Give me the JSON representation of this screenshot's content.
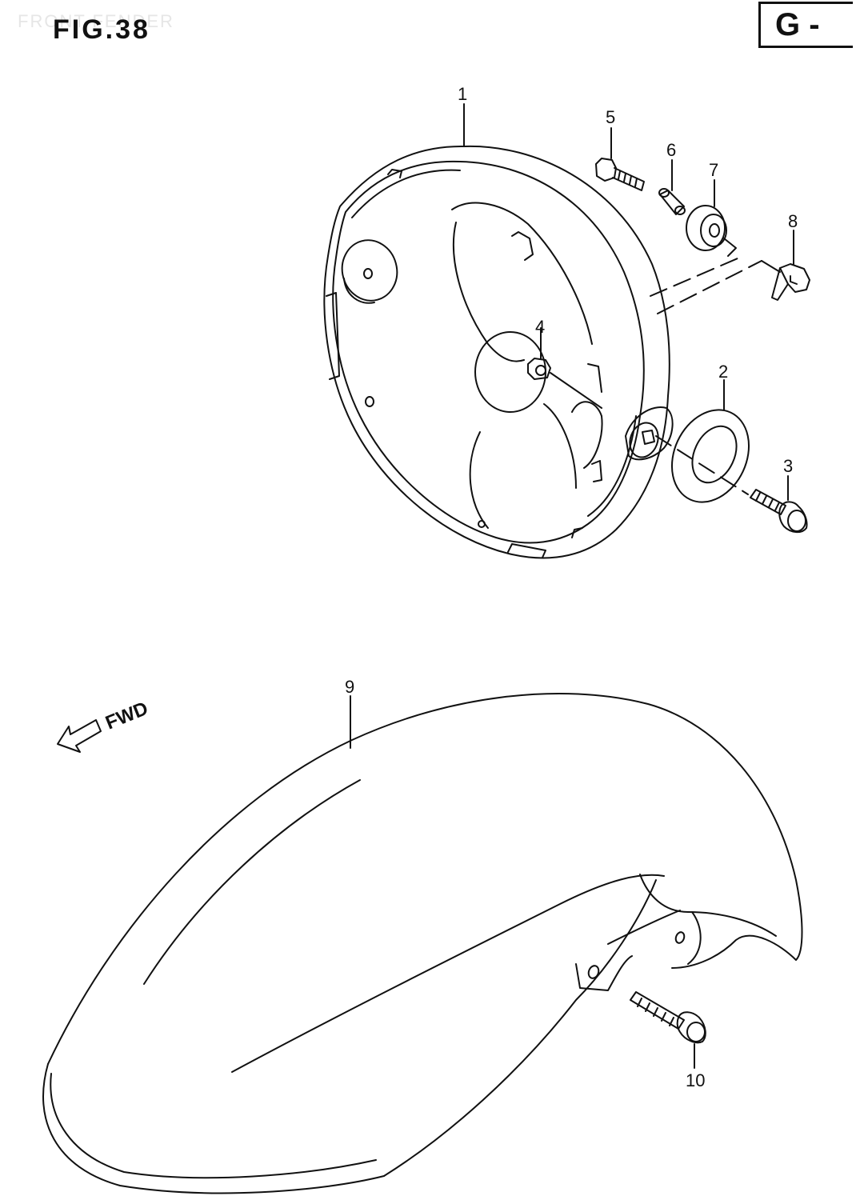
{
  "header": {
    "figure_title": "FIG.38",
    "watermark": "FRONT FENDER",
    "group_code": "G -"
  },
  "callouts": {
    "c1": "1",
    "c2": "2",
    "c3": "3",
    "c4": "4",
    "c5": "5",
    "c6": "6",
    "c7": "7",
    "c8": "8",
    "c9": "9",
    "c10": "10"
  },
  "direction": {
    "label": "FWD"
  },
  "colors": {
    "line": "#111111",
    "background": "#ffffff"
  }
}
